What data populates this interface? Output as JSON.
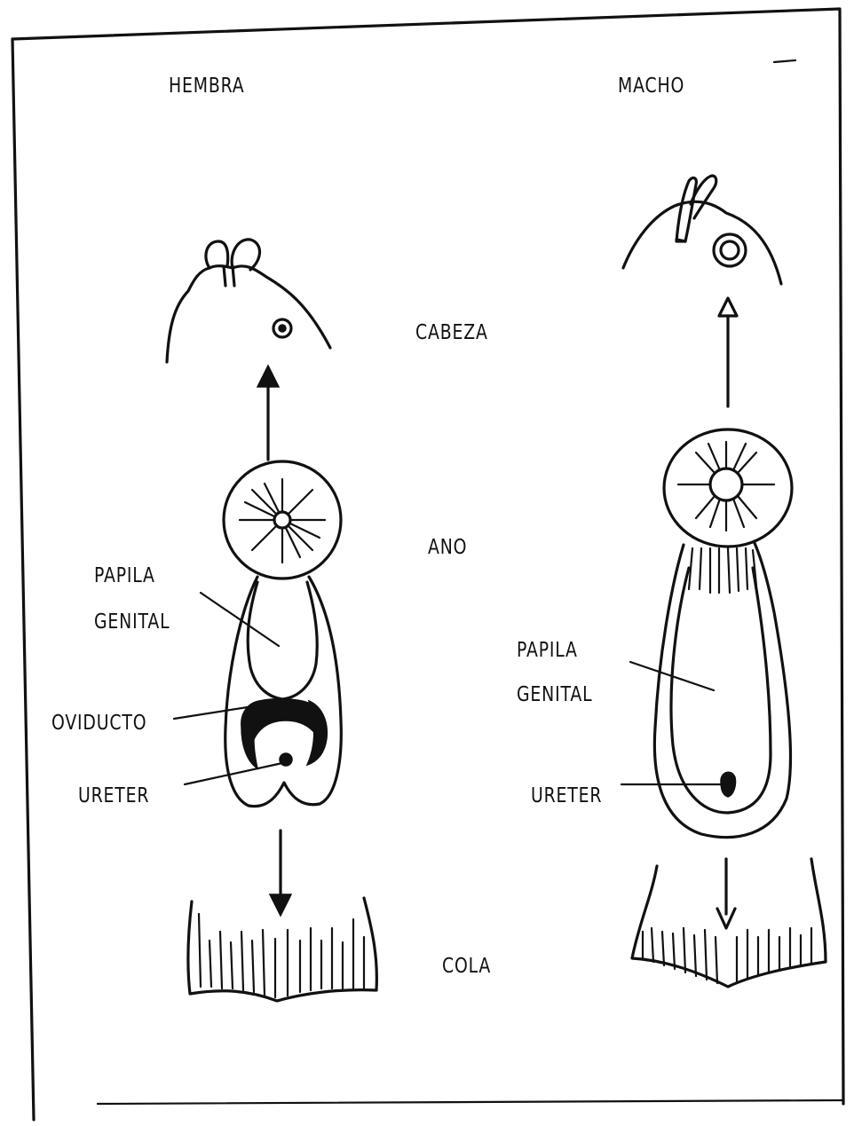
{
  "columns": {
    "female": "HEMBRA",
    "male": "MACHO"
  },
  "regions": {
    "head": "CABEZA",
    "anus": "ANO",
    "tail": "COLA"
  },
  "female_labels": {
    "papilla_line1": "PAPILA",
    "papilla_line2": "GENITAL",
    "oviduct": "OVIDUCTO",
    "ureter": "URETER"
  },
  "male_labels": {
    "papilla_line1": "PAPILA",
    "papilla_line2": "GENITAL",
    "ureter": "URETER"
  }
}
